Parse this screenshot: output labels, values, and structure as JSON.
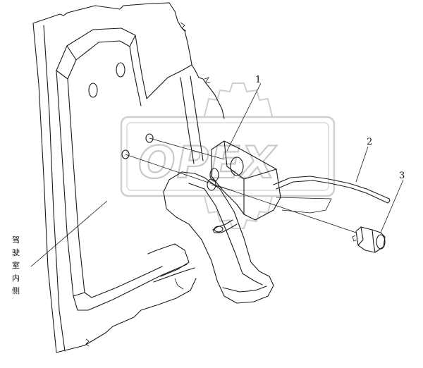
{
  "callouts": [
    {
      "number": "1"
    },
    {
      "number": "2"
    },
    {
      "number": "3"
    }
  ],
  "side_label": [
    "驾",
    "驶",
    "室",
    "内",
    "侧"
  ],
  "watermark": {
    "text": "OPEX",
    "color": "#c9c9c9"
  },
  "colors": {
    "line": "#1a1a1a",
    "background": "#ffffff"
  }
}
